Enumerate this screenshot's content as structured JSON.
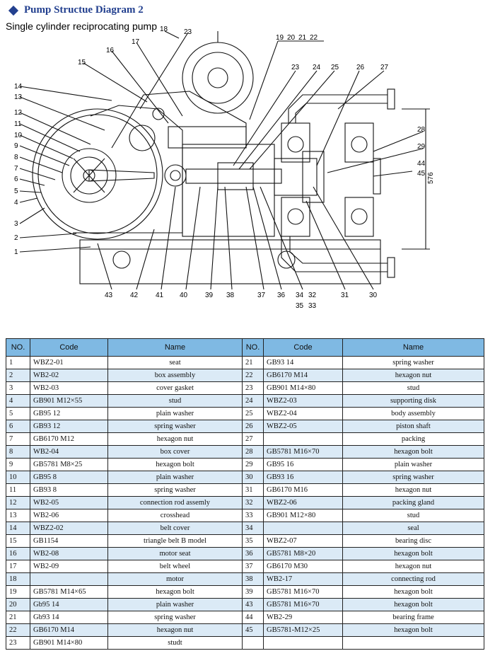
{
  "header": {
    "title": "Pump  Structue Diagram  2",
    "subtitle": "Single cylinder reciprocating pump"
  },
  "diagram": {
    "labels": [
      "1",
      "2",
      "3",
      "4",
      "5",
      "6",
      "7",
      "8",
      "9",
      "10",
      "11",
      "12",
      "13",
      "14",
      "15",
      "16",
      "17",
      "18",
      "19",
      "20",
      "21",
      "22",
      "23",
      "23",
      "24",
      "25",
      "26",
      "27",
      "28",
      "29",
      "30",
      "31",
      "32",
      "33",
      "34",
      "35",
      "36",
      "37",
      "38",
      "39",
      "40",
      "41",
      "42",
      "43",
      "44",
      "45"
    ],
    "dimension": "576"
  },
  "table": {
    "headers": [
      "NO.",
      "Code",
      "Name",
      "NO.",
      "Code",
      "Name"
    ],
    "rows": [
      {
        "no1": "1",
        "code1": "WBZ2-01",
        "name1": "seat",
        "no2": "21",
        "code2": "GB93 14",
        "name2": "spring washer"
      },
      {
        "no1": "2",
        "code1": "WB2-02",
        "name1": "box assembly",
        "no2": "22",
        "code2": "GB6170 M14",
        "name2": "hexagon nut"
      },
      {
        "no1": "3",
        "code1": "WB2-03",
        "name1": "cover gasket",
        "no2": "23",
        "code2": "GB901 M14×80",
        "name2": "stud"
      },
      {
        "no1": "4",
        "code1": "GB901 M12×55",
        "name1": "stud",
        "no2": "24",
        "code2": "WBZ2-03",
        "name2": "supporting disk"
      },
      {
        "no1": "5",
        "code1": "GB95 12",
        "name1": "plain washer",
        "no2": "25",
        "code2": "WBZ2-04",
        "name2": "body assembly"
      },
      {
        "no1": "6",
        "code1": "GB93 12",
        "name1": "spring washer",
        "no2": "26",
        "code2": "WBZ2-05",
        "name2": "piston shaft"
      },
      {
        "no1": "7",
        "code1": "GB6170 M12",
        "name1": "hexagon nut",
        "no2": "27",
        "code2": "",
        "name2": "packing"
      },
      {
        "no1": "8",
        "code1": "WB2-04",
        "name1": "box cover",
        "no2": "28",
        "code2": "GB5781 M16×70",
        "name2": "hexagon bolt"
      },
      {
        "no1": "9",
        "code1": "GB5781 M8×25",
        "name1": "hexagon bolt",
        "no2": "29",
        "code2": "GB95 16",
        "name2": "plain washer"
      },
      {
        "no1": "10",
        "code1": "GB95 8",
        "name1": "plain washer",
        "no2": "30",
        "code2": "GB93 16",
        "name2": "spring washer"
      },
      {
        "no1": "11",
        "code1": "GB93 8",
        "name1": "spring washer",
        "no2": "31",
        "code2": "GB6170 M16",
        "name2": "hexagon nut"
      },
      {
        "no1": "12",
        "code1": "WB2-05",
        "name1": "connection rod assemly",
        "no2": "32",
        "code2": "WBZ2-06",
        "name2": "packing gland"
      },
      {
        "no1": "13",
        "code1": "WB2-06",
        "name1": "crosshead",
        "no2": "33",
        "code2": "GB901 M12×80",
        "name2": "stud"
      },
      {
        "no1": "14",
        "code1": "WBZ2-02",
        "name1": "belt cover",
        "no2": "34",
        "code2": "",
        "name2": "seal"
      },
      {
        "no1": "15",
        "code1": "GB1154",
        "name1": "triangle belt B model",
        "no2": "35",
        "code2": "WBZ2-07",
        "name2": "bearing disc"
      },
      {
        "no1": "16",
        "code1": "WB2-08",
        "name1": "motor seat",
        "no2": "36",
        "code2": "GB5781 M8×20",
        "name2": "hexagon bolt"
      },
      {
        "no1": "17",
        "code1": "WB2-09",
        "name1": "belt wheel",
        "no2": "37",
        "code2": "GB6170 M30",
        "name2": "hexagon nut"
      },
      {
        "no1": "18",
        "code1": "",
        "name1": "motor",
        "no2": "38",
        "code2": "WB2-17",
        "name2": "connecting rod"
      },
      {
        "no1": "19",
        "code1": "GB5781 M14×65",
        "name1": "hexagon bolt",
        "no2": "39",
        "code2": "GB5781 M16×70",
        "name2": "hexagon bolt"
      },
      {
        "no1": "20",
        "code1": "Gb95 14",
        "name1": "plain washer",
        "no2": "43",
        "code2": "GB5781 M16×70",
        "name2": "hexagon bolt"
      },
      {
        "no1": "21",
        "code1": "Gb93 14",
        "name1": "spring washer",
        "no2": "44",
        "code2": "WB2-29",
        "name2": "bearing frame"
      },
      {
        "no1": "22",
        "code1": "GB6170 M14",
        "name1": "hexagon nut",
        "no2": "45",
        "code2": "GB5781-M12×25",
        "name2": "hexagon bolt"
      },
      {
        "no1": "23",
        "code1": "GB901 M14×80",
        "name1": "studt",
        "no2": "",
        "code2": "",
        "name2": ""
      }
    ]
  }
}
